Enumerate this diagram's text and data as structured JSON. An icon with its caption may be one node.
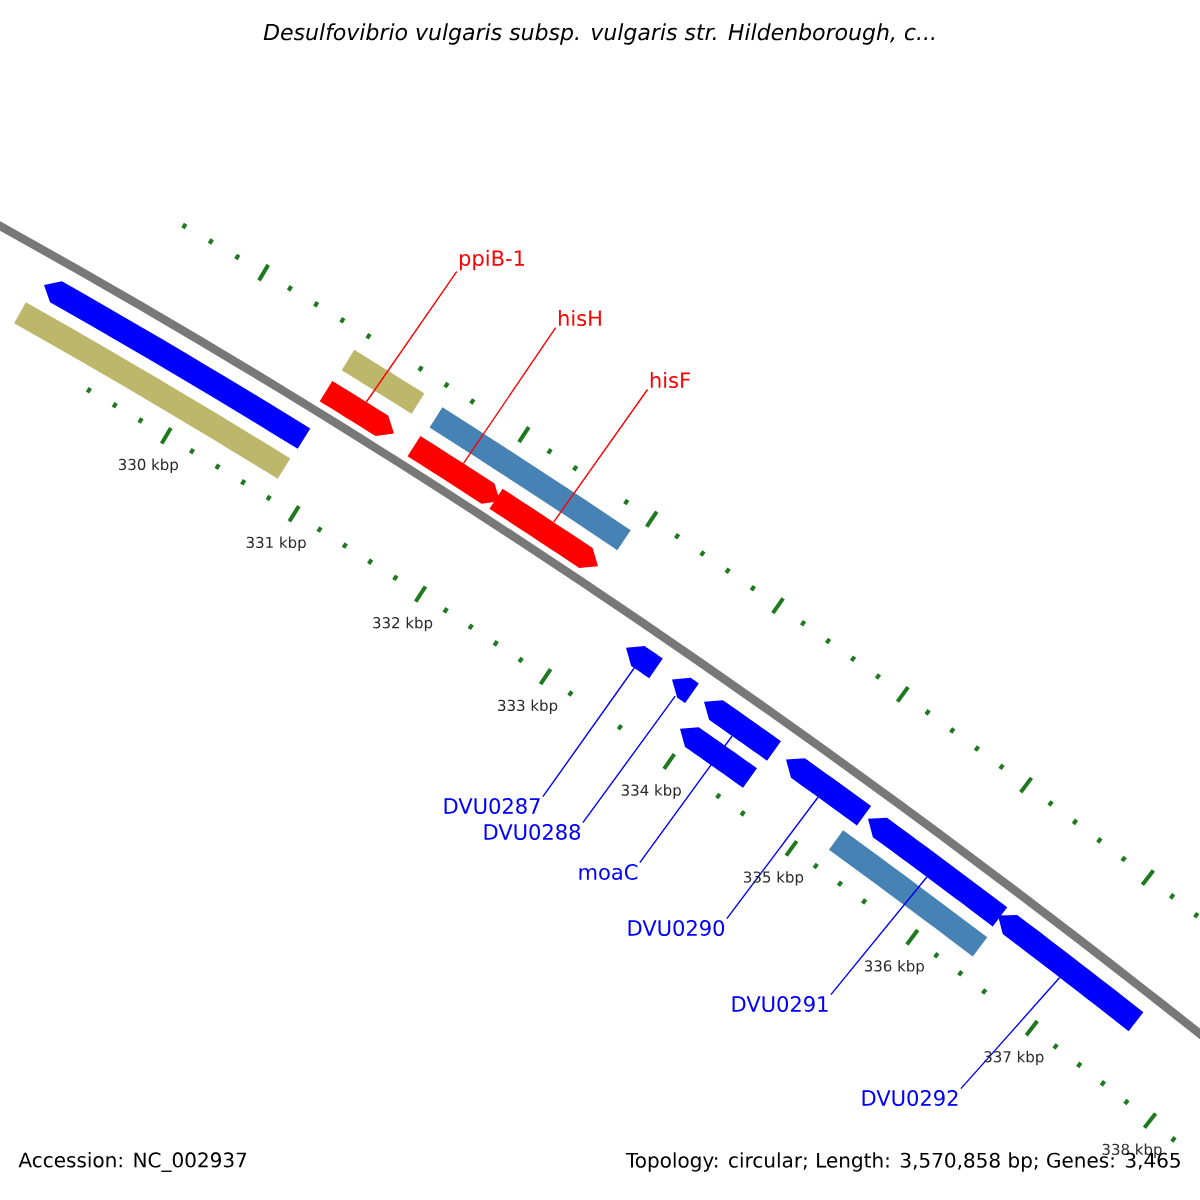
{
  "diagram": {
    "title": "Desulfovibrio vulgaris subsp. vulgaris str. Hildenborough, c...",
    "nodes": [
      {
        "text": [
          "ppiB-1"
        ]
      },
      {
        "text": [
          "hisH"
        ]
      },
      {
        "text": [
          "hisF"
        ]
      },
      {
        "text": [
          "DVU0287"
        ]
      },
      {
        "text": [
          "DVU0288"
        ]
      },
      {
        "text": [
          "moaC"
        ]
      },
      {
        "text": [
          "DVU0290"
        ]
      },
      {
        "text": [
          "DVU0291"
        ]
      },
      {
        "text": [
          "DVU0292"
        ]
      },
      {
        "text": [],
        "shape": "bar"
      },
      {
        "text": [],
        "shape": "pentagon"
      },
      {
        "text": [],
        "shape": "pentagon"
      },
      {
        "text": [],
        "shape": "bar"
      },
      {
        "text": [],
        "shape": "pentagon"
      },
      {
        "text": [],
        "shape": "bar"
      },
      {
        "text": [],
        "shape": "pentagon"
      },
      {
        "text": [],
        "shape": "pentagon"
      },
      {
        "text": [],
        "shape": "pentagon"
      },
      {
        "text": [],
        "shape": "pentagon"
      },
      {
        "text": [],
        "shape": "pentagon"
      },
      {
        "text": [],
        "shape": "pentagon"
      },
      {
        "text": [],
        "shape": "bar"
      },
      {
        "text": [],
        "shape": "pentagon"
      },
      {
        "text": [],
        "shape": "pentagon"
      }
    ],
    "edges": [
      {
        "from": 0,
        "to": 11,
        "arrow": "none",
        "color": "#ff0000"
      },
      {
        "from": 1,
        "to": 13,
        "arrow": "none",
        "color": "#ff0000"
      },
      {
        "from": 2,
        "to": 15,
        "arrow": "none",
        "color": "#ff0000"
      },
      {
        "from": 3,
        "to": 16,
        "arrow": "none"
      },
      {
        "from": 4,
        "to": 17,
        "arrow": "none"
      },
      {
        "from": 5,
        "to": 19,
        "arrow": "none"
      },
      {
        "from": 6,
        "to": 20,
        "arrow": "none"
      },
      {
        "from": 7,
        "to": 22,
        "arrow": "none"
      },
      {
        "from": 8,
        "to": 23,
        "arrow": "none"
      }
    ],
    "labels": [
      "330 kbp",
      "331 kbp",
      "332 kbp",
      "333 kbp",
      "334 kbp",
      "335 kbp",
      "336 kbp",
      "337 kbp",
      "338 kbp",
      "Accession: NC_002937",
      "Topology: circular; Length: 3,570,858 bp; Genes: 3,465"
    ]
  }
}
